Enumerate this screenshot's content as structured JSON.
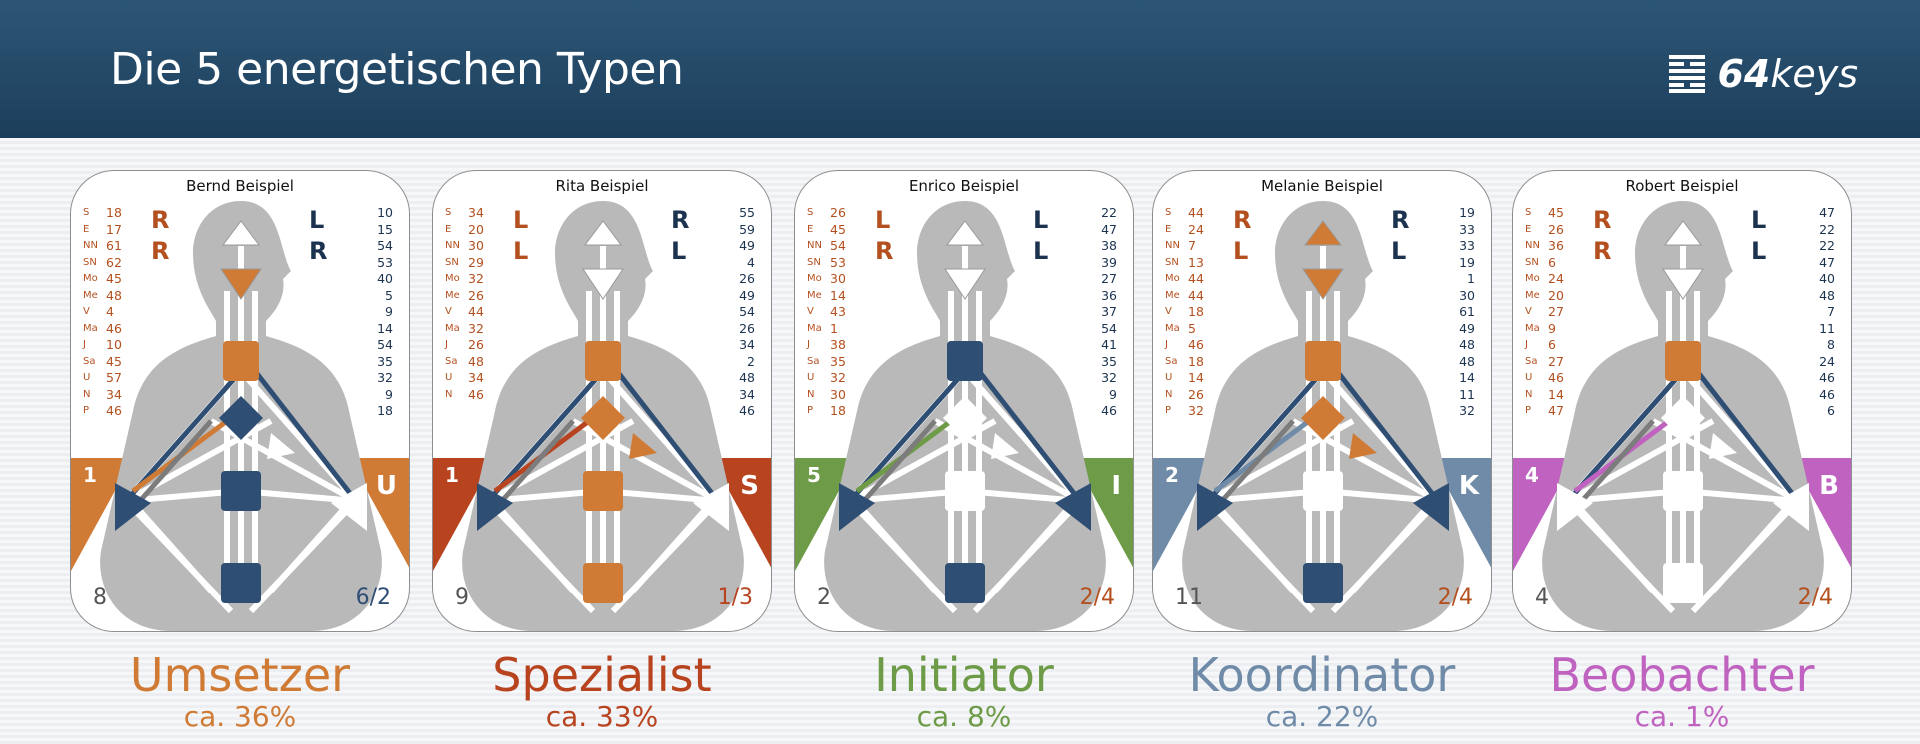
{
  "header": {
    "title": "Die 5 energetischen Typen",
    "logo_bold": "64",
    "logo_italic": "keys"
  },
  "colors": {
    "header": "#244a69",
    "orange": "#d07b35",
    "rust": "#b8431f",
    "green": "#6e9b47",
    "blue": "#6f8ba8",
    "purple": "#c063c0",
    "navy": "#2f4e74"
  },
  "labels": [
    "S",
    "E",
    "NN",
    "SN",
    "Mo",
    "Me",
    "V",
    "Ma",
    "J",
    "Sa",
    "U",
    "N",
    "P"
  ],
  "cards": [
    {
      "name": "Bernd Beispiel",
      "left": [
        "18",
        "17",
        "61",
        "62",
        "45",
        "48",
        "4",
        "46",
        "10",
        "45",
        "57",
        "34",
        "46"
      ],
      "right": [
        "10",
        "15",
        "54",
        "53",
        "40",
        "5",
        "9",
        "14",
        "54",
        "35",
        "32",
        "9",
        "18"
      ],
      "arrows_left": [
        "R",
        "R"
      ],
      "arrows_right": [
        "L",
        "R"
      ],
      "color": "#d07b35",
      "badge": "U",
      "number": "1",
      "defined": "8",
      "profile": "6/2",
      "type": "Umsetzer",
      "pct": "ca. 36%"
    },
    {
      "name": "Rita Beispiel",
      "left": [
        "34",
        "20",
        "30",
        "29",
        "32",
        "26",
        "44",
        "32",
        "26",
        "48",
        "34",
        "46"
      ],
      "right": [
        "55",
        "59",
        "49",
        "4",
        "26",
        "49",
        "54",
        "26",
        "34",
        "2",
        "48",
        "34",
        "46"
      ],
      "arrows_left": [
        "L",
        "L"
      ],
      "arrows_right": [
        "R",
        "L"
      ],
      "color": "#b8431f",
      "badge": "S",
      "number": "1",
      "defined": "9",
      "profile": "1/3",
      "type": "Spezialist",
      "pct": "ca. 33%"
    },
    {
      "name": "Enrico Beispiel",
      "left": [
        "26",
        "45",
        "54",
        "53",
        "30",
        "14",
        "43",
        "1",
        "38",
        "35",
        "32",
        "30",
        "18"
      ],
      "right": [
        "22",
        "47",
        "38",
        "39",
        "27",
        "36",
        "37",
        "54",
        "41",
        "35",
        "32",
        "9",
        "46"
      ],
      "arrows_left": [
        "L",
        "R"
      ],
      "arrows_right": [
        "L",
        "L"
      ],
      "color": "#6e9b47",
      "badge": "I",
      "number": "5",
      "defined": "2",
      "profile": "2/4",
      "type": "Initiator",
      "pct": "ca. 8%"
    },
    {
      "name": "Melanie Beispiel",
      "left": [
        "44",
        "24",
        "7",
        "13",
        "44",
        "44",
        "18",
        "5",
        "46",
        "18",
        "14",
        "26",
        "32"
      ],
      "right": [
        "19",
        "33",
        "33",
        "19",
        "1",
        "30",
        "61",
        "49",
        "48",
        "48",
        "14",
        "11",
        "32"
      ],
      "arrows_left": [
        "R",
        "L"
      ],
      "arrows_right": [
        "R",
        "L"
      ],
      "color": "#6f8ba8",
      "badge": "K",
      "number": "2",
      "defined": "11",
      "profile": "2/4",
      "type": "Koordinator",
      "pct": "ca. 22%"
    },
    {
      "name": "Robert Beispiel",
      "left": [
        "45",
        "26",
        "36",
        "6",
        "24",
        "20",
        "27",
        "9",
        "6",
        "27",
        "46",
        "14",
        "47"
      ],
      "right": [
        "47",
        "22",
        "22",
        "47",
        "40",
        "48",
        "7",
        "11",
        "8",
        "24",
        "46",
        "46",
        "6"
      ],
      "arrows_left": [
        "R",
        "R"
      ],
      "arrows_right": [
        "L",
        "L"
      ],
      "color": "#c063c0",
      "badge": "B",
      "number": "4",
      "defined": "4",
      "profile": "2/4",
      "type": "Beobachter",
      "pct": "ca. 1%"
    }
  ]
}
